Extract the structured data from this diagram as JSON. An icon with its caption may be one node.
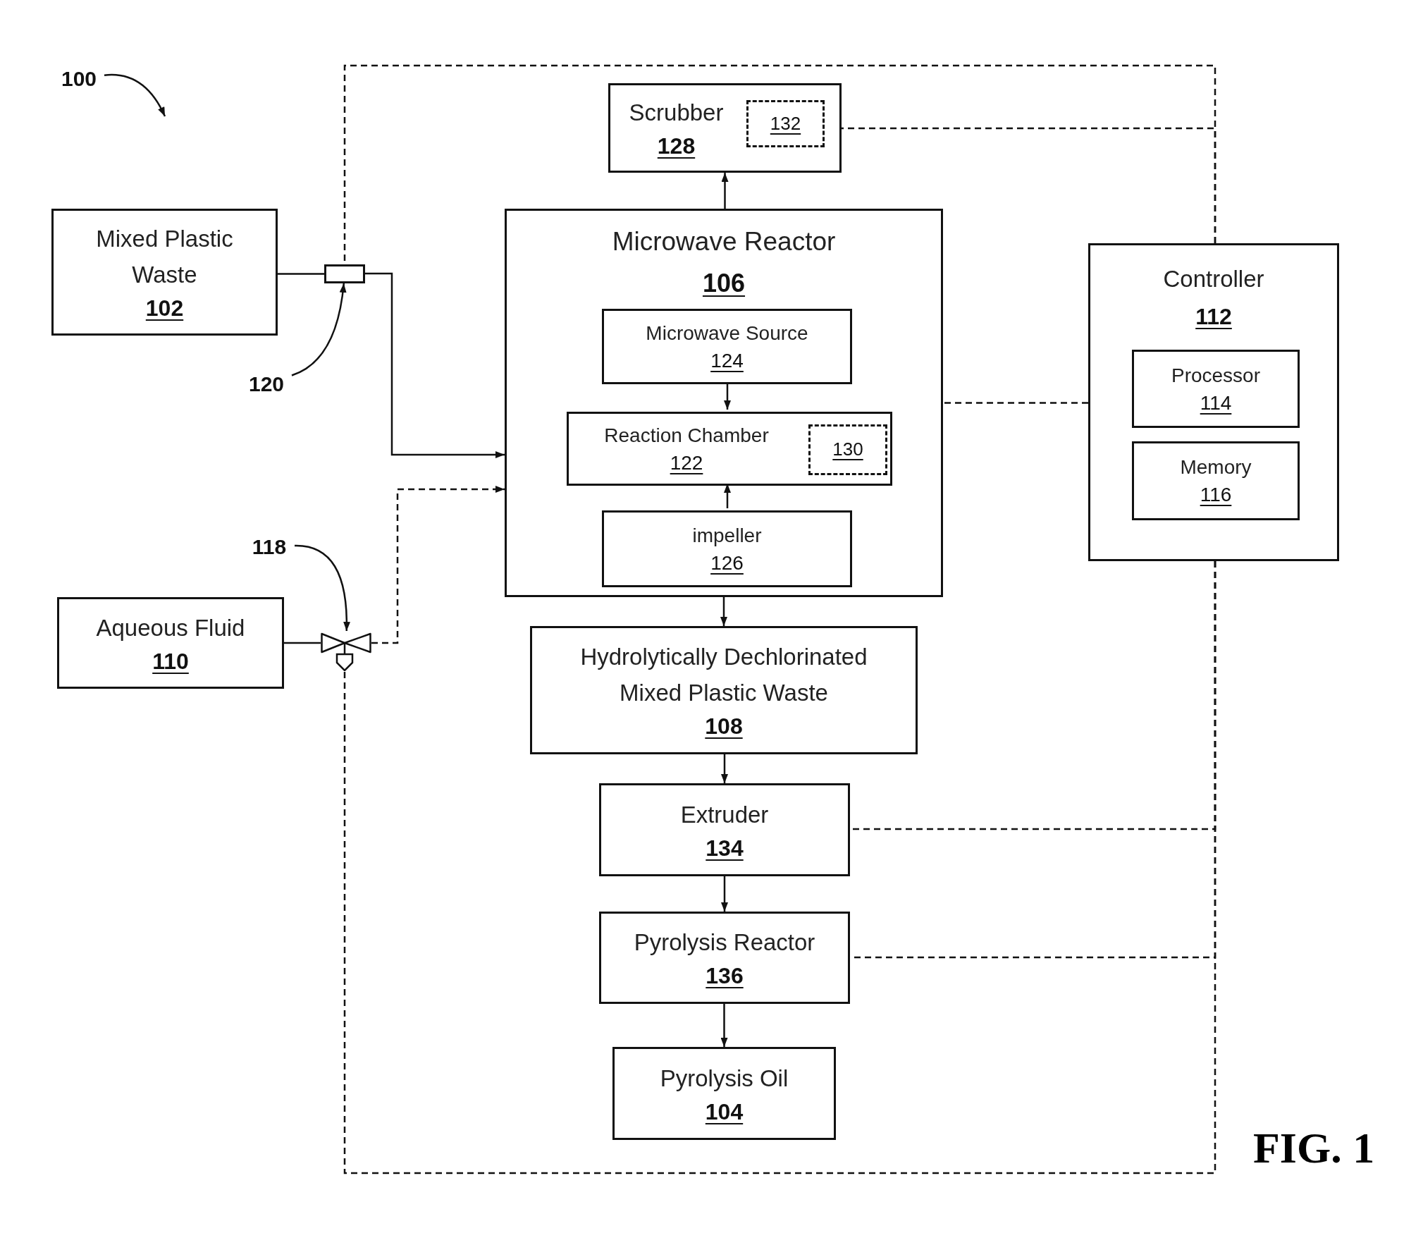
{
  "diagram": {
    "caption": "FIG. 1",
    "nodes": [
      {
        "text": [
          "100"
        ]
      },
      {
        "text": [
          "Scrubber",
          "128"
        ]
      },
      {
        "text": [
          "132"
        ],
        "in": 1
      },
      {
        "text": [
          "Mixed Plastic Waste",
          "102"
        ]
      },
      {
        "text": [],
        "shape": "box"
      },
      {
        "text": [
          "Microwave Reactor",
          "106"
        ]
      },
      {
        "text": [
          "Microwave Source",
          "124"
        ],
        "in": 5
      },
      {
        "text": [
          "Reaction Chamber",
          "122"
        ],
        "in": 5
      },
      {
        "text": [
          "130"
        ],
        "in": 7
      },
      {
        "text": [
          "impeller",
          "126"
        ],
        "in": 5
      },
      {
        "text": [
          "Controller",
          "112"
        ]
      },
      {
        "text": [
          "Processor",
          "114"
        ],
        "in": 10
      },
      {
        "text": [
          "Memory",
          "116"
        ],
        "in": 10
      },
      {
        "text": [
          "120"
        ]
      },
      {
        "text": [
          "118"
        ]
      },
      {
        "text": [
          "Aqueous Fluid",
          "110"
        ]
      },
      {
        "text": [],
        "shape": "valve"
      },
      {
        "text": [
          "Hydrolytically Dechlorinated Mixed Plastic Waste",
          "108"
        ]
      },
      {
        "text": [
          "Extruder",
          "134"
        ]
      },
      {
        "text": [
          "Pyrolysis Reactor",
          "136"
        ]
      },
      {
        "text": [
          "Pyrolysis Oil",
          "104"
        ]
      }
    ],
    "edges": [
      {
        "from": 0,
        "to": null,
        "arrow": "to"
      },
      {
        "from": 3,
        "to": 4,
        "arrow": "none"
      },
      {
        "from": 4,
        "to": 5,
        "arrow": "to"
      },
      {
        "from": 15,
        "to": 16,
        "arrow": "none"
      },
      {
        "from": 16,
        "to": 5,
        "arrow": "to",
        "style": "dashed"
      },
      {
        "from": 5,
        "to": 1,
        "arrow": "to"
      },
      {
        "from": 6,
        "to": 7,
        "arrow": "to"
      },
      {
        "from": 9,
        "to": 7,
        "arrow": "to"
      },
      {
        "from": 5,
        "to": 17,
        "arrow": "to"
      },
      {
        "from": 17,
        "to": 18,
        "arrow": "to"
      },
      {
        "from": 18,
        "to": 19,
        "arrow": "to"
      },
      {
        "from": 19,
        "to": 20,
        "arrow": "to"
      },
      {
        "from": 13,
        "to": 4,
        "arrow": "to"
      },
      {
        "from": 14,
        "to": 16,
        "arrow": "to"
      },
      {
        "from": 10,
        "to": 4,
        "arrow": "none",
        "style": "dashed"
      },
      {
        "from": 10,
        "to": 1,
        "arrow": "none",
        "style": "dashed"
      },
      {
        "from": 10,
        "to": 5,
        "arrow": "none",
        "style": "dashed"
      },
      {
        "from": 10,
        "to": 18,
        "arrow": "none",
        "style": "dashed"
      },
      {
        "from": 10,
        "to": 19,
        "arrow": "none",
        "style": "dashed"
      },
      {
        "from": 10,
        "to": 16,
        "arrow": "none",
        "style": "dashed"
      }
    ]
  }
}
